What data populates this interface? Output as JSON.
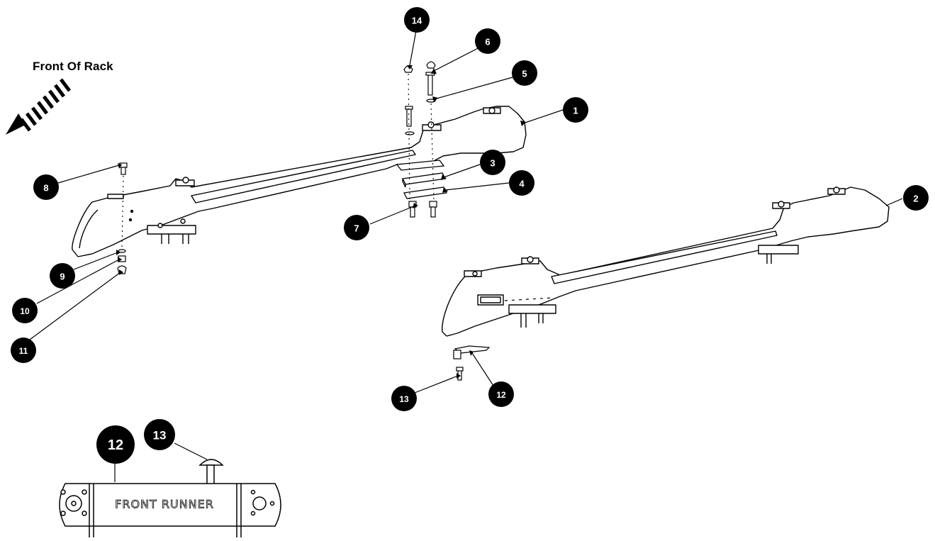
{
  "direction": {
    "label": "Front Of Rack"
  },
  "callouts": [
    {
      "id": "callout-1",
      "number": "1"
    },
    {
      "id": "callout-2",
      "number": "2"
    },
    {
      "id": "callout-3",
      "number": "3"
    },
    {
      "id": "callout-4",
      "number": "4"
    },
    {
      "id": "callout-5",
      "number": "5"
    },
    {
      "id": "callout-6",
      "number": "6"
    },
    {
      "id": "callout-7",
      "number": "7"
    },
    {
      "id": "callout-8",
      "number": "8"
    },
    {
      "id": "callout-9",
      "number": "9"
    },
    {
      "id": "callout-10",
      "number": "10"
    },
    {
      "id": "callout-11",
      "number": "11"
    },
    {
      "id": "callout-12-assembly",
      "number": "12"
    },
    {
      "id": "callout-13-assembly",
      "number": "13"
    },
    {
      "id": "callout-14",
      "number": "14"
    },
    {
      "id": "callout-12-detail",
      "number": "12"
    },
    {
      "id": "callout-13-detail",
      "number": "13"
    }
  ],
  "detail": {
    "plate_text": "FRONT RUNNER"
  }
}
